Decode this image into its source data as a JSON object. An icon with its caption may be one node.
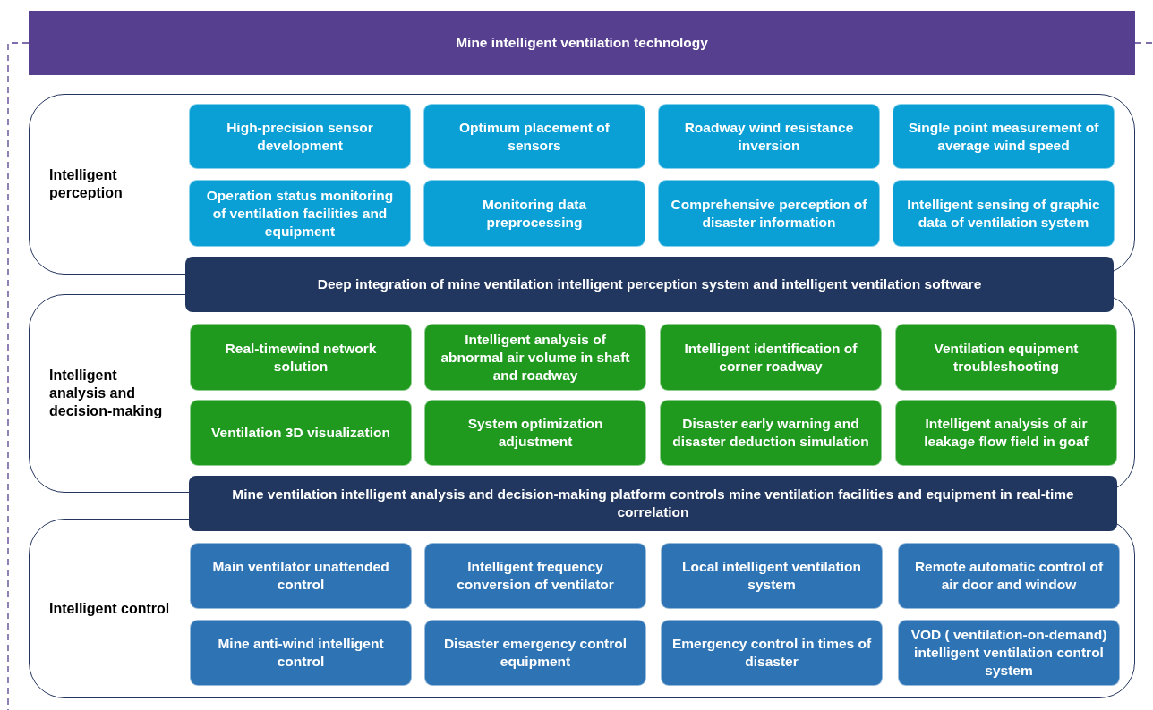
{
  "diagram": {
    "nodes": [
      {
        "text": [
          "Mine intelligent ventilation technology"
        ]
      },
      {
        "text": [
          "Intelligent perception"
        ]
      },
      {
        "text": [
          "High-precision sensor development"
        ],
        "in": 1
      },
      {
        "text": [
          "Optimum placement of sensors"
        ],
        "in": 1
      },
      {
        "text": [
          "Roadway wind resistance inversion"
        ],
        "in": 1
      },
      {
        "text": [
          "Single point measurement of average wind speed"
        ],
        "in": 1
      },
      {
        "text": [
          "Operation status monitoring of ventilation facilities and equipment"
        ],
        "in": 1
      },
      {
        "text": [
          "Monitoring data preprocessing"
        ],
        "in": 1
      },
      {
        "text": [
          "Comprehensive perception of disaster information"
        ],
        "in": 1
      },
      {
        "text": [
          "Intelligent sensing of graphic data of ventilation system"
        ],
        "in": 1
      },
      {
        "text": [
          "Deep integration of mine ventilation intelligent perception system and intelligent ventilation software"
        ]
      },
      {
        "text": [
          "Intelligent analysis and decision-making"
        ]
      },
      {
        "text": [
          "Real-timewind network solution"
        ],
        "in": 11
      },
      {
        "text": [
          "Intelligent analysis of abnormal air volume in shaft and roadway"
        ],
        "in": 11
      },
      {
        "text": [
          "Intelligent identification of corner roadway"
        ],
        "in": 11
      },
      {
        "text": [
          "Ventilation equipment troubleshooting"
        ],
        "in": 11
      },
      {
        "text": [
          "Ventilation 3D visualization"
        ],
        "in": 11
      },
      {
        "text": [
          "System optimization adjustment"
        ],
        "in": 11
      },
      {
        "text": [
          "Disaster early warning and disaster deduction simulation"
        ],
        "in": 11
      },
      {
        "text": [
          "Intelligent analysis of air leakage flow field in goaf"
        ],
        "in": 11
      },
      {
        "text": [
          "Mine ventilation intelligent analysis and decision-making platform controls mine ventilation facilities and equipment in real-time correlation"
        ]
      },
      {
        "text": [
          "Intelligent control"
        ]
      },
      {
        "text": [
          "Main ventilator unattended control"
        ],
        "in": 21
      },
      {
        "text": [
          "Intelligent frequency conversion of ventilator"
        ],
        "in": 21
      },
      {
        "text": [
          "Local intelligent ventilation system"
        ],
        "in": 21
      },
      {
        "text": [
          "Remote automatic control of air door and window"
        ],
        "in": 21
      },
      {
        "text": [
          "Mine anti-wind intelligent control"
        ],
        "in": 21
      },
      {
        "text": [
          "Disaster emergency control equipment"
        ],
        "in": 21
      },
      {
        "text": [
          "Emergency control in times of disaster"
        ],
        "in": 21
      },
      {
        "text": [
          "VOD ( ventilation-on-demand)  intelligent ventilation control system"
        ],
        "in": 21
      }
    ]
  }
}
